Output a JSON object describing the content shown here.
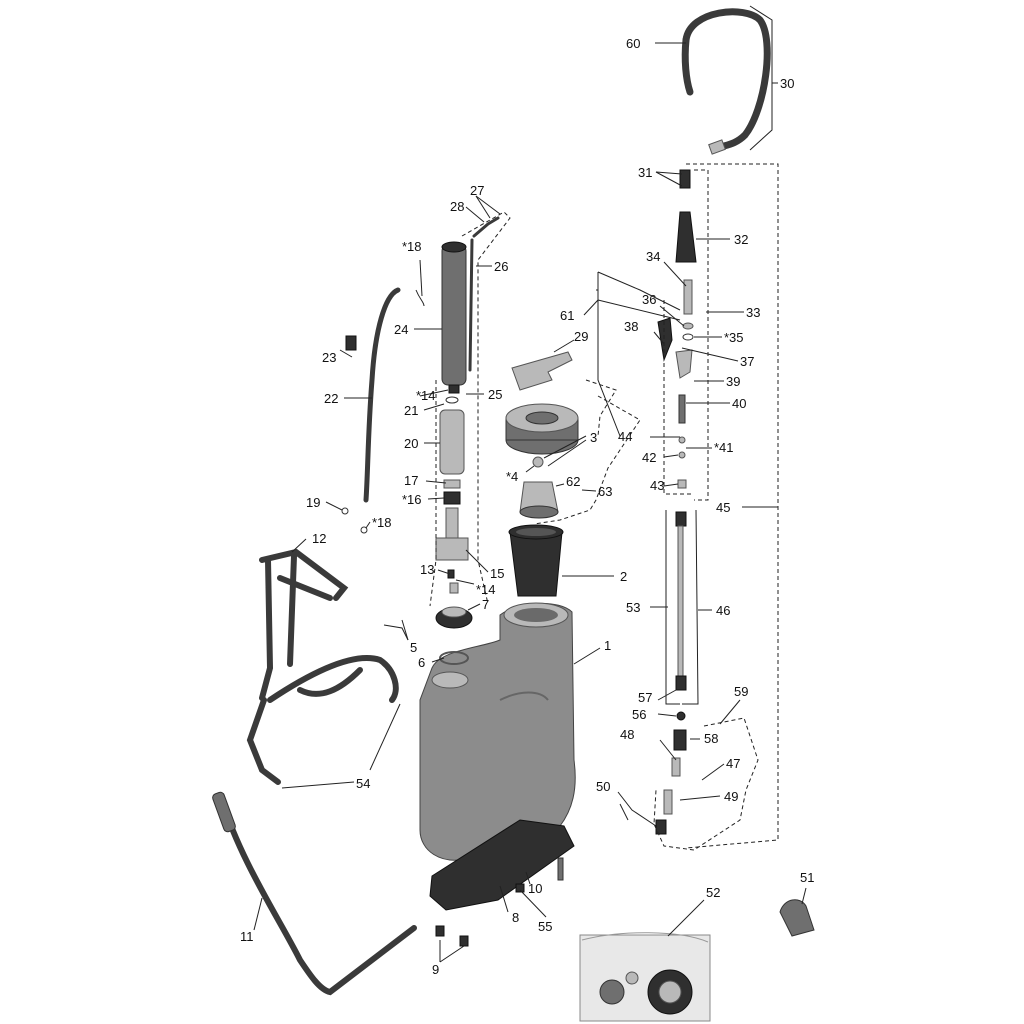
{
  "labels": {
    "p1": "1",
    "p2": "2",
    "p3": "3",
    "p4": "*4",
    "p5": "5",
    "p6": "6",
    "p7": "7",
    "p8": "8",
    "p9": "9",
    "p10": "10",
    "p11": "11",
    "p12": "12",
    "p13": "13",
    "p14a": "*14",
    "p14b": "*14",
    "p15": "15",
    "p16": "*16",
    "p17": "17",
    "p18a": "*18",
    "p18b": "*18",
    "p19": "19",
    "p20": "20",
    "p21": "21",
    "p22": "22",
    "p23": "23",
    "p24": "24",
    "p25": "25",
    "p26": "26",
    "p27": "27",
    "p28": "28",
    "p29": "29",
    "p30": "30",
    "p31": "31",
    "p32": "32",
    "p33": "33",
    "p34": "34",
    "p35": "*35",
    "p36": "36",
    "p37": "37",
    "p38": "38",
    "p39": "39",
    "p40": "40",
    "p41": "*41",
    "p42": "42",
    "p43": "43",
    "p44": "44",
    "p45": "45",
    "p46": "46",
    "p47": "47",
    "p48": "48",
    "p49": "49",
    "p50": "50",
    "p51": "51",
    "p52": "52",
    "p53": "53",
    "p54": "54",
    "p55": "55",
    "p56": "56",
    "p57": "57",
    "p58": "58",
    "p59": "59",
    "p60": "60",
    "p61": "61",
    "p62": "62",
    "p63": "63"
  },
  "colors": {
    "tank": "#8c8c8c",
    "dark_part": "#2f2f2f",
    "line": "#222222"
  }
}
